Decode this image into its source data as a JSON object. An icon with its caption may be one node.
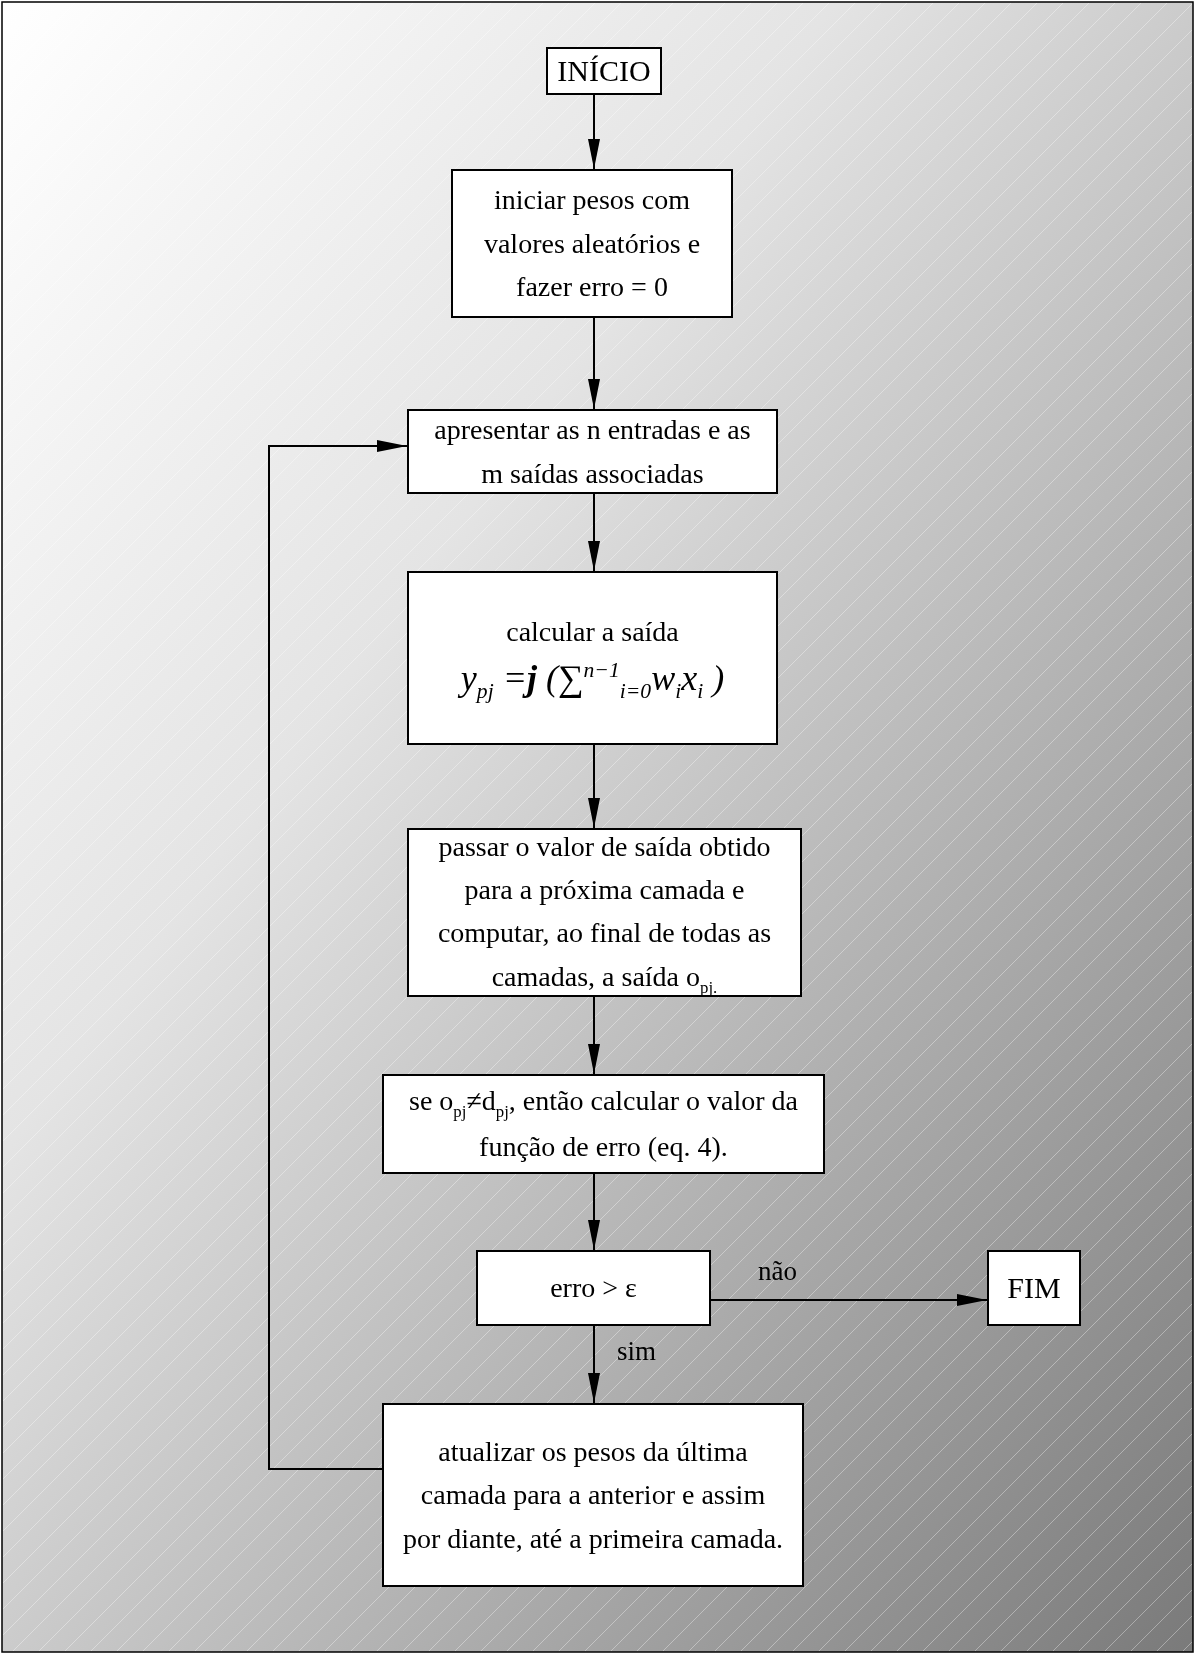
{
  "diagram": {
    "nodes": [
      {
        "text": [
          "INÍCIO"
        ]
      },
      {
        "text": [
          "iniciar pesos com valores aleatórios e fazer erro = 0"
        ]
      },
      {
        "text": [
          "apresentar as n entradas e as m saídas associadas"
        ]
      },
      {
        "text": [
          "calcular a saída",
          "y$_{pj}$ =**j** (∑$^{n−1}$$_{i=0}$w$_{i}$x$_{i}$ )"
        ]
      },
      {
        "text": [
          "passar o valor de saída obtido para a próxima camada e computar, ao final de todas as camadas, a saída o$_{pj.}$"
        ]
      },
      {
        "text": [
          "se o$_{pj}$≠d$_{pj}$, então calcular o valor da função de erro (eq. 4)."
        ]
      },
      {
        "text": [
          "erro > ε"
        ]
      },
      {
        "text": [
          "FIM"
        ]
      },
      {
        "text": [
          "atualizar os pesos da última camada para a anterior e assim por diante, até a primeira camada."
        ]
      }
    ],
    "edges": [
      {
        "from": 0,
        "to": 1,
        "arrow": "to"
      },
      {
        "from": 1,
        "to": 2,
        "arrow": "to"
      },
      {
        "from": 2,
        "to": 3,
        "arrow": "to"
      },
      {
        "from": 3,
        "to": 4,
        "arrow": "to"
      },
      {
        "from": 4,
        "to": 5,
        "arrow": "to"
      },
      {
        "from": 5,
        "to": 6,
        "arrow": "to"
      },
      {
        "from": 6,
        "to": 7,
        "arrow": "to",
        "label": "não"
      },
      {
        "from": 6,
        "to": 8,
        "arrow": "to",
        "label": "sim"
      },
      {
        "from": 8,
        "to": 2,
        "arrow": "to"
      }
    ]
  }
}
